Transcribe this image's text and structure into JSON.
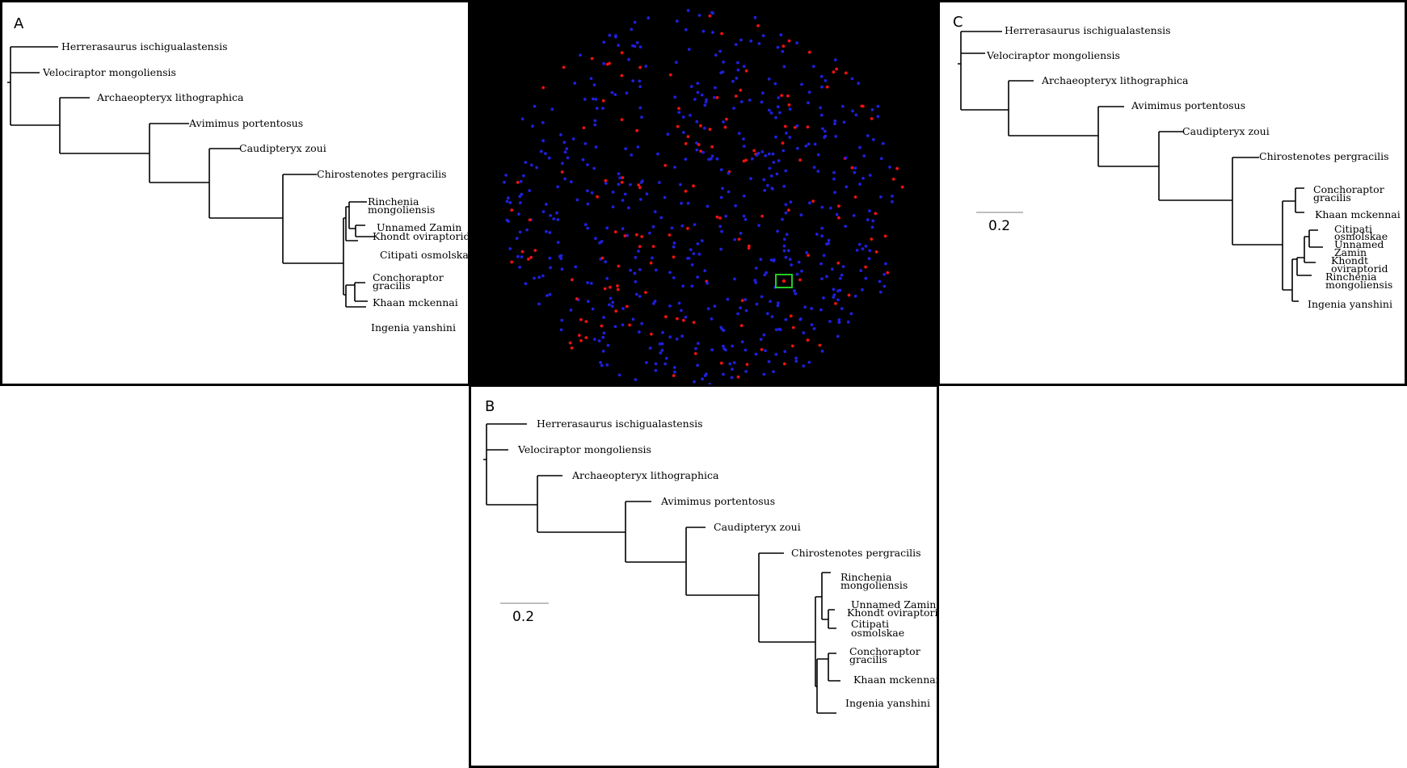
{
  "panels": {
    "A": {
      "label": "A",
      "taxa": [
        "Herrerasaurus ischigualastensis",
        "Velociraptor mongoliensis",
        "Archaeopteryx lithographica",
        "Avimimus portentosus",
        "Caudipteryx zoui",
        "Chirostenotes pergracilis",
        [
          "Rinchenia",
          "mongoliensis"
        ],
        [
          "Unnamed Zamin",
          "Khondt oviraptorid"
        ],
        "Citipati osmolskae",
        [
          "Conchoraptor",
          "gracilis"
        ],
        "Khaan mckennai",
        "Ingenia yanshini"
      ]
    },
    "B": {
      "label": "B",
      "scale_label": "0.2",
      "taxa": [
        "Herrerasaurus ischigualastensis",
        "Velociraptor mongoliensis",
        "Archaeopteryx lithographica",
        "Avimimus portentosus",
        "Caudipteryx zoui",
        "Chirostenotes pergracilis",
        [
          "Rinchenia",
          "mongoliensis"
        ],
        [
          "Unnamed Zamin",
          "Khondt oviraptorid"
        ],
        [
          "Citipati",
          "osmolskae"
        ],
        [
          "Conchoraptor",
          "gracilis"
        ],
        "Khaan mckennai",
        "Ingenia yanshini"
      ]
    },
    "C": {
      "label": "C",
      "scale_label": "0.2",
      "taxa": [
        "Herrerasaurus ischigualastensis",
        "Velociraptor mongoliensis",
        "Archaeopteryx lithographica",
        "Avimimus portentosus",
        "Caudipteryx zoui",
        "Chirostenotes pergracilis",
        [
          "Conchoraptor",
          "gracilis"
        ],
        "Khaan mckennai",
        [
          "Citipati",
          "osmolskae"
        ],
        [
          "Unnamed",
          "Zamin",
          "Khondt",
          "oviraptorid"
        ],
        [
          "Rinchenia",
          "mongoliensis"
        ],
        "Ingenia yanshini"
      ]
    }
  },
  "scatter": {
    "colors": {
      "background": "#000000",
      "blue": "#1f1fdd",
      "red": "#ee1111",
      "highlight": "#22cc22"
    }
  }
}
